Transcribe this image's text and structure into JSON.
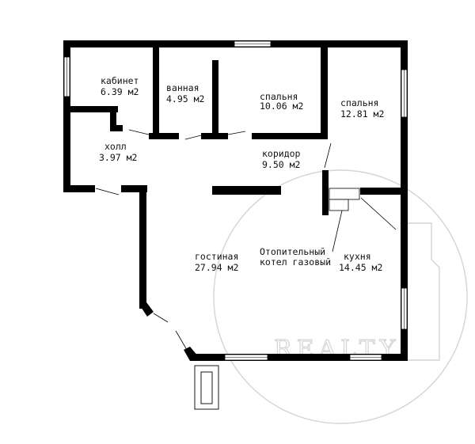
{
  "rooms": {
    "office": {
      "name": "кабинет",
      "area": "6.39 м2"
    },
    "bathroom": {
      "name": "ванная",
      "area": "4.95 м2"
    },
    "bedroom_1": {
      "name": "спальня",
      "area": "10.06 м2"
    },
    "bedroom_2": {
      "name": "спальня",
      "area": "12.81 м2"
    },
    "hall": {
      "name": "холл",
      "area": "3.97 м2"
    },
    "corridor": {
      "name": "коридор",
      "area": "9.50 м2"
    },
    "living_room": {
      "name": "гостиная",
      "area": "27.94 м2"
    },
    "boiler": {
      "line1": "Отопительный",
      "line2": "котел газовый"
    },
    "kitchen": {
      "name": "кухня",
      "area": "14.45 м2"
    }
  },
  "watermark": {
    "text": "REALTY"
  },
  "colors": {
    "wall": "#000000",
    "window": "#ffffff",
    "watermark": "#d4d4d4"
  }
}
